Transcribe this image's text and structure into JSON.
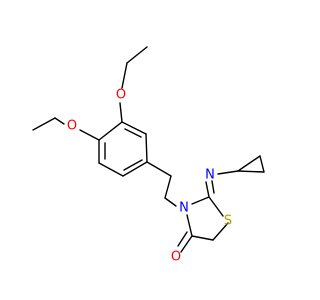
{
  "atoms": {
    "oxygen_upper": {
      "symbol": "O",
      "color": "#ff0000"
    },
    "oxygen_left": {
      "symbol": "O",
      "color": "#ff0000"
    },
    "imine_nitrogen": {
      "symbol": "N",
      "color": "#0000ff"
    },
    "ring_nitrogen": {
      "symbol": "N",
      "color": "#0000ff"
    },
    "ring_sulfur": {
      "symbol": "S",
      "color": "#b8a000"
    },
    "carbonyl_oxygen": {
      "symbol": "O",
      "color": "#ff0000"
    }
  },
  "colors": {
    "bond": "#000000",
    "background": "#ffffff"
  }
}
